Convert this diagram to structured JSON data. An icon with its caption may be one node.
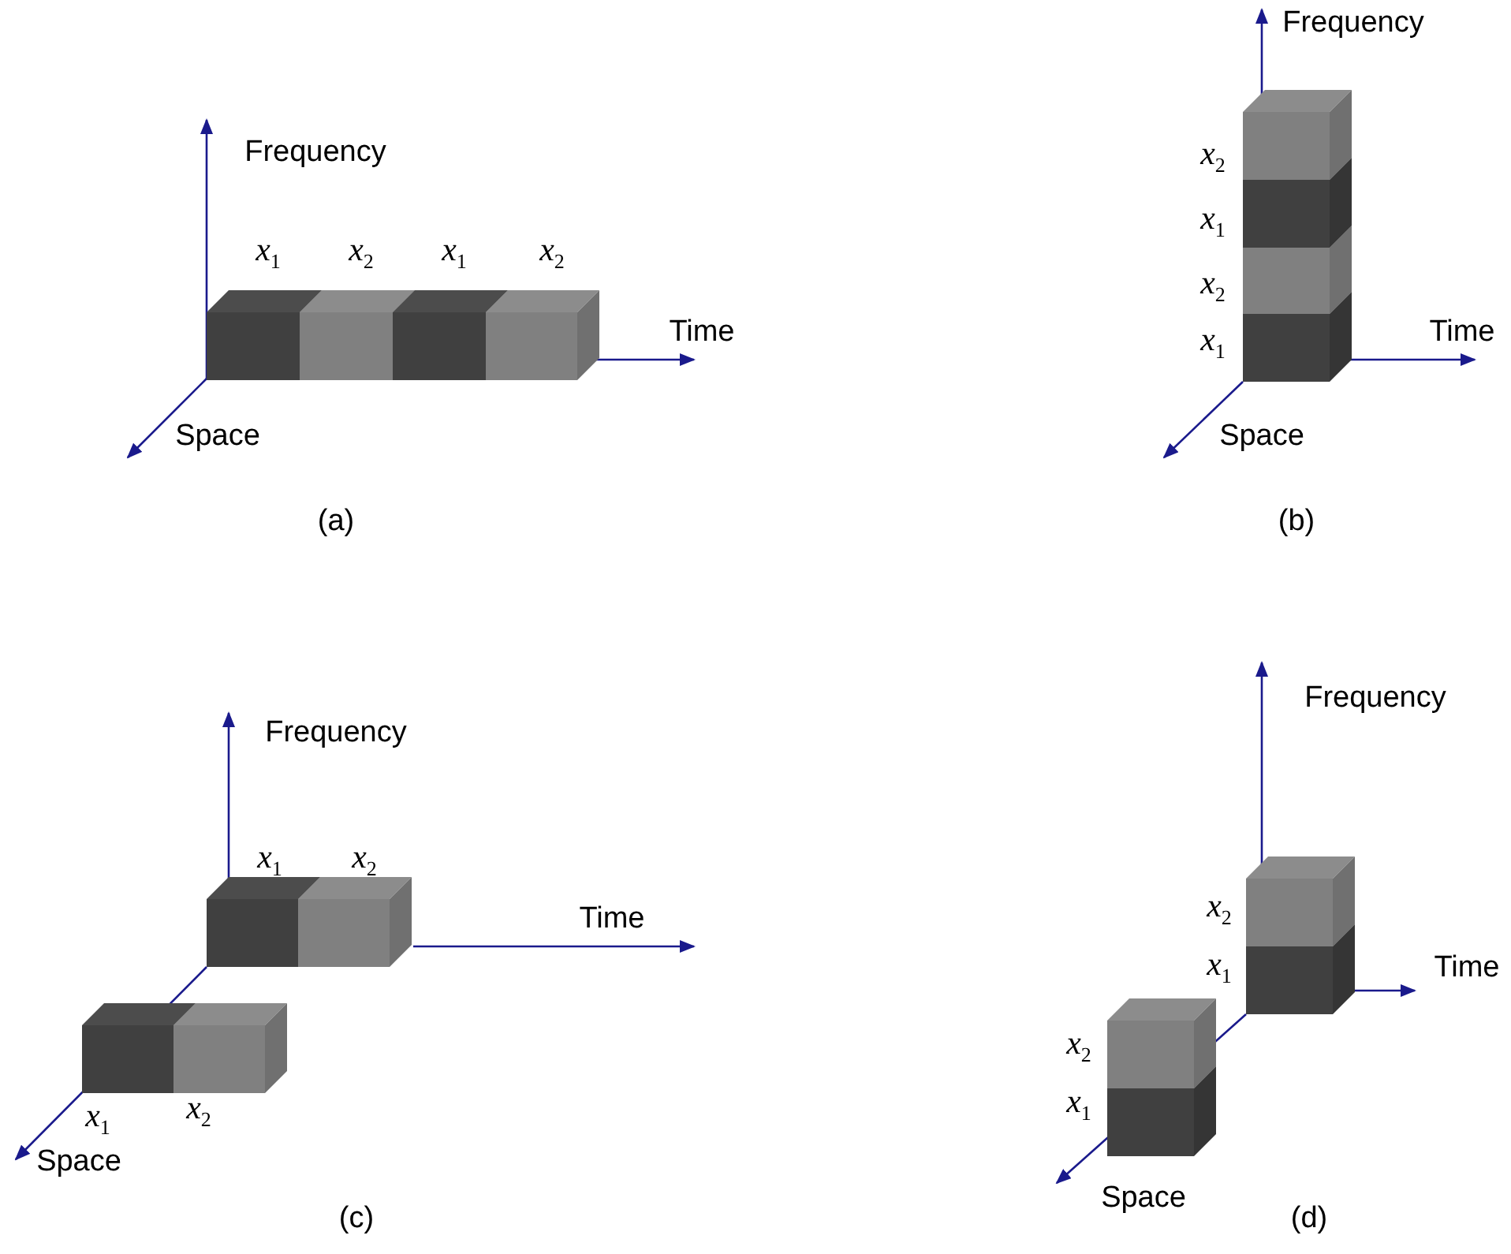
{
  "diagram": {
    "labels": [
      "Frequency",
      "x$_{1}$",
      "x$_{2}$",
      "x$_{1}$",
      "x$_{2}$",
      "Time",
      "Space",
      "(a)",
      "Frequency",
      "x$_{2}$",
      "x$_{1}$",
      "x$_{2}$",
      "x$_{1}$",
      "Time",
      "Space",
      "(b)",
      "Frequency",
      "x$_{1}$",
      "x$_{2}$",
      "Time",
      "x$_{1}$",
      "x$_{2}$",
      "Space",
      "(c)",
      "Frequency",
      "x$_{2}$",
      "x$_{1}$",
      "Time",
      "x$_{2}$",
      "x$_{1}$",
      "Space",
      "(d)"
    ]
  }
}
